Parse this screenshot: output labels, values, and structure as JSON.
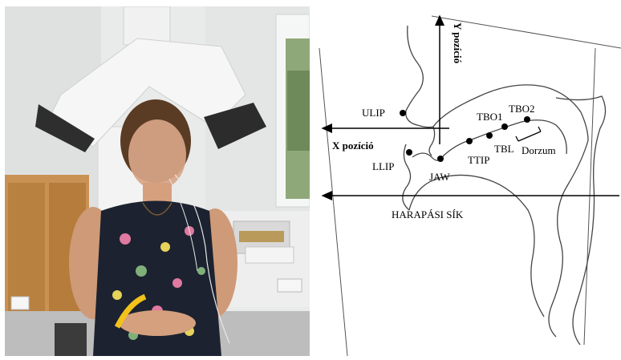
{
  "photo": {
    "description_icon": "ema-device-photo"
  },
  "diagram": {
    "y_axis_label": "Y pozíció",
    "x_axis_label": "X pozíció",
    "occlusal_plane_label": "HARAPÁSI SÍK",
    "sensor_labels": {
      "ulip": "ULIP",
      "llip": "LLIP",
      "jaw": "JAW",
      "ttip": "TTIP",
      "tbo1": "TBO1",
      "tbo2": "TBO2",
      "tbl": "TBL",
      "dorsum": "Dorzum"
    }
  }
}
